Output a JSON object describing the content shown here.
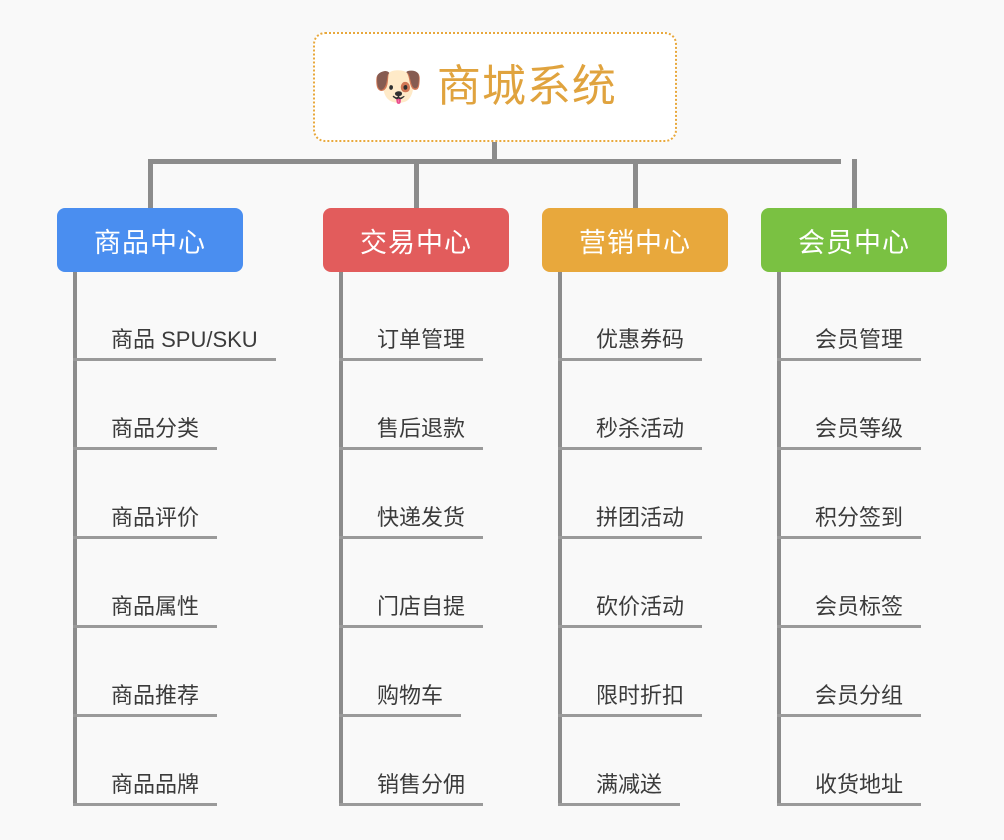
{
  "background_color": "#f9f9f9",
  "root": {
    "icon": "dog-face-emoji",
    "emoji": "🐶",
    "title": "商城系统",
    "title_color": "#e0a33e",
    "border_color": "#e8a83c"
  },
  "connector_color": "#8c8c8c",
  "columns": [
    {
      "id": "product-center",
      "label": "商品中心",
      "color": "#4a8ef0",
      "items": [
        "商品 SPU/SKU",
        "商品分类",
        "商品评价",
        "商品属性",
        "商品推荐",
        "商品品牌"
      ]
    },
    {
      "id": "trade-center",
      "label": "交易中心",
      "color": "#e25c5c",
      "items": [
        "订单管理",
        "售后退款",
        "快递发货",
        "门店自提",
        "购物车",
        "销售分佣"
      ]
    },
    {
      "id": "marketing-center",
      "label": "营销中心",
      "color": "#e8a83c",
      "items": [
        "优惠券码",
        "秒杀活动",
        "拼团活动",
        "砍价活动",
        "限时折扣",
        "满减送"
      ]
    },
    {
      "id": "member-center",
      "label": "会员中心",
      "color": "#7ac142",
      "items": [
        "会员管理",
        "会员等级",
        "积分签到",
        "会员标签",
        "会员分组",
        "收货地址"
      ]
    }
  ]
}
